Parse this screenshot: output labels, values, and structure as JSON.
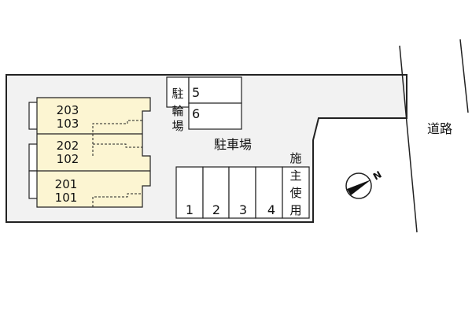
{
  "site_plan": {
    "colors": {
      "lot_fill": "#f2f2f2",
      "building_fill": "#fcf5d2",
      "line": "#222222",
      "background": "#ffffff"
    },
    "building": {
      "units": [
        {
          "upper": "203",
          "lower": "103"
        },
        {
          "upper": "202",
          "lower": "102"
        },
        {
          "upper": "201",
          "lower": "101"
        }
      ]
    },
    "bicycle_parking": {
      "label_chars": [
        "駐",
        "輪",
        "場"
      ],
      "slots": [
        "5",
        "6"
      ]
    },
    "parking_lot": {
      "label": "駐車場",
      "slots": [
        "1",
        "2",
        "3",
        "4"
      ],
      "owner_slot_chars": [
        "施",
        "主",
        "使",
        "用"
      ]
    },
    "road": {
      "label": "道路"
    },
    "compass": {
      "north_label": "N",
      "icon": "north-arrow-icon"
    }
  }
}
